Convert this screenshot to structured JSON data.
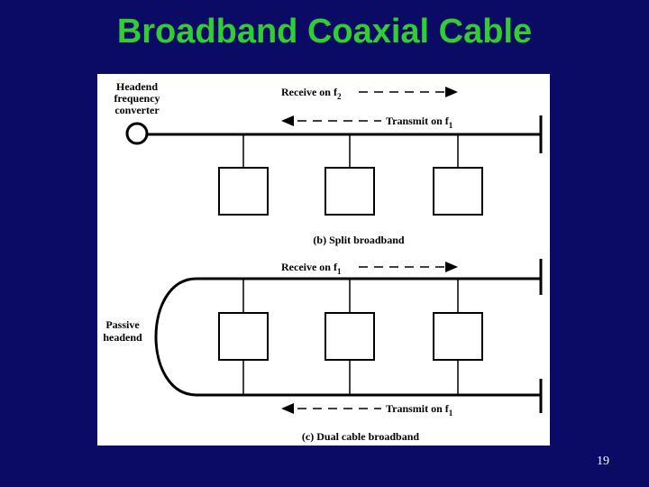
{
  "slide": {
    "title": "Broadband Coaxial Cable",
    "page_number": "19"
  },
  "split_broadband": {
    "headend_label": [
      "Headend",
      "frequency",
      "converter"
    ],
    "receive_label": "Receive on f",
    "receive_sub": "2",
    "transmit_label": "Transmit on f",
    "transmit_sub": "1",
    "caption": "(b) Split broadband"
  },
  "dual_cable": {
    "headend_label": [
      "Passive",
      "headend"
    ],
    "receive_label": "Receive on f",
    "receive_sub": "1",
    "transmit_label": "Transmit on f",
    "transmit_sub": "1",
    "caption": "(c) Dual cable broadband"
  },
  "colors": {
    "background": "#0b0b66",
    "title": "#33cc33",
    "diagram_bg": "#ffffff",
    "line": "#000000"
  }
}
